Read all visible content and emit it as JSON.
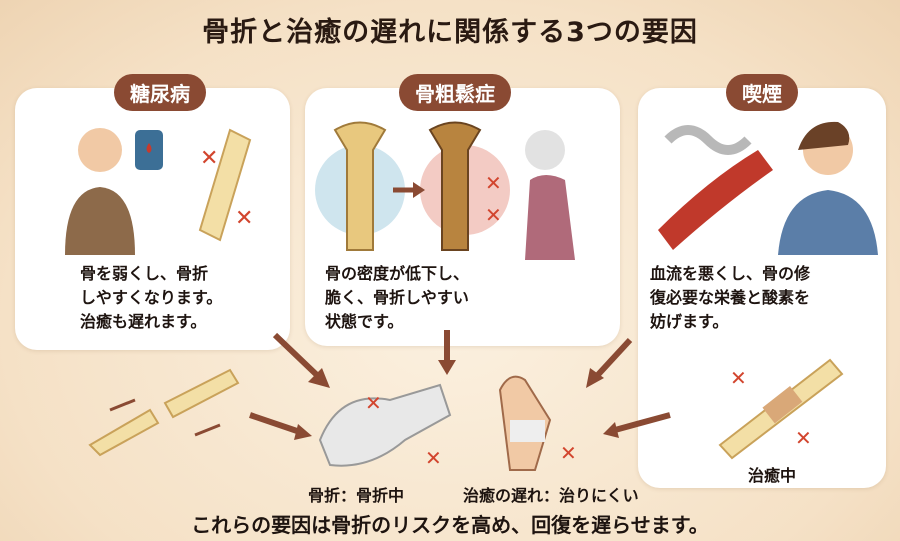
{
  "title": "骨折と治癒の遅れに関係する3つの要因",
  "factors": [
    {
      "label": "糖尿病",
      "description": [
        "骨を弱くし、骨折",
        "しやすくなります。",
        "治癒も遅れます。"
      ]
    },
    {
      "label": "骨粗鬆症",
      "description": [
        "骨の密度が低下し、",
        "脆く、骨折しやすい",
        "状態です。"
      ]
    },
    {
      "label": "喫煙",
      "description": [
        "血流を悪くし、骨の修",
        "復必要な栄養と酸素を",
        "妨げます。"
      ]
    }
  ],
  "outcomes": {
    "fracture": "骨折：骨折中",
    "delayed": "治癒の遅れ：治りにくい",
    "healing": "治癒中"
  },
  "summary": "これらの要因は骨折のリスクを高め、回復を遅らせます。",
  "colors": {
    "pill": "#8a4a33",
    "arrow": "#8a4a33",
    "cross": "#d2452e",
    "bone": "#f3dfa6"
  }
}
